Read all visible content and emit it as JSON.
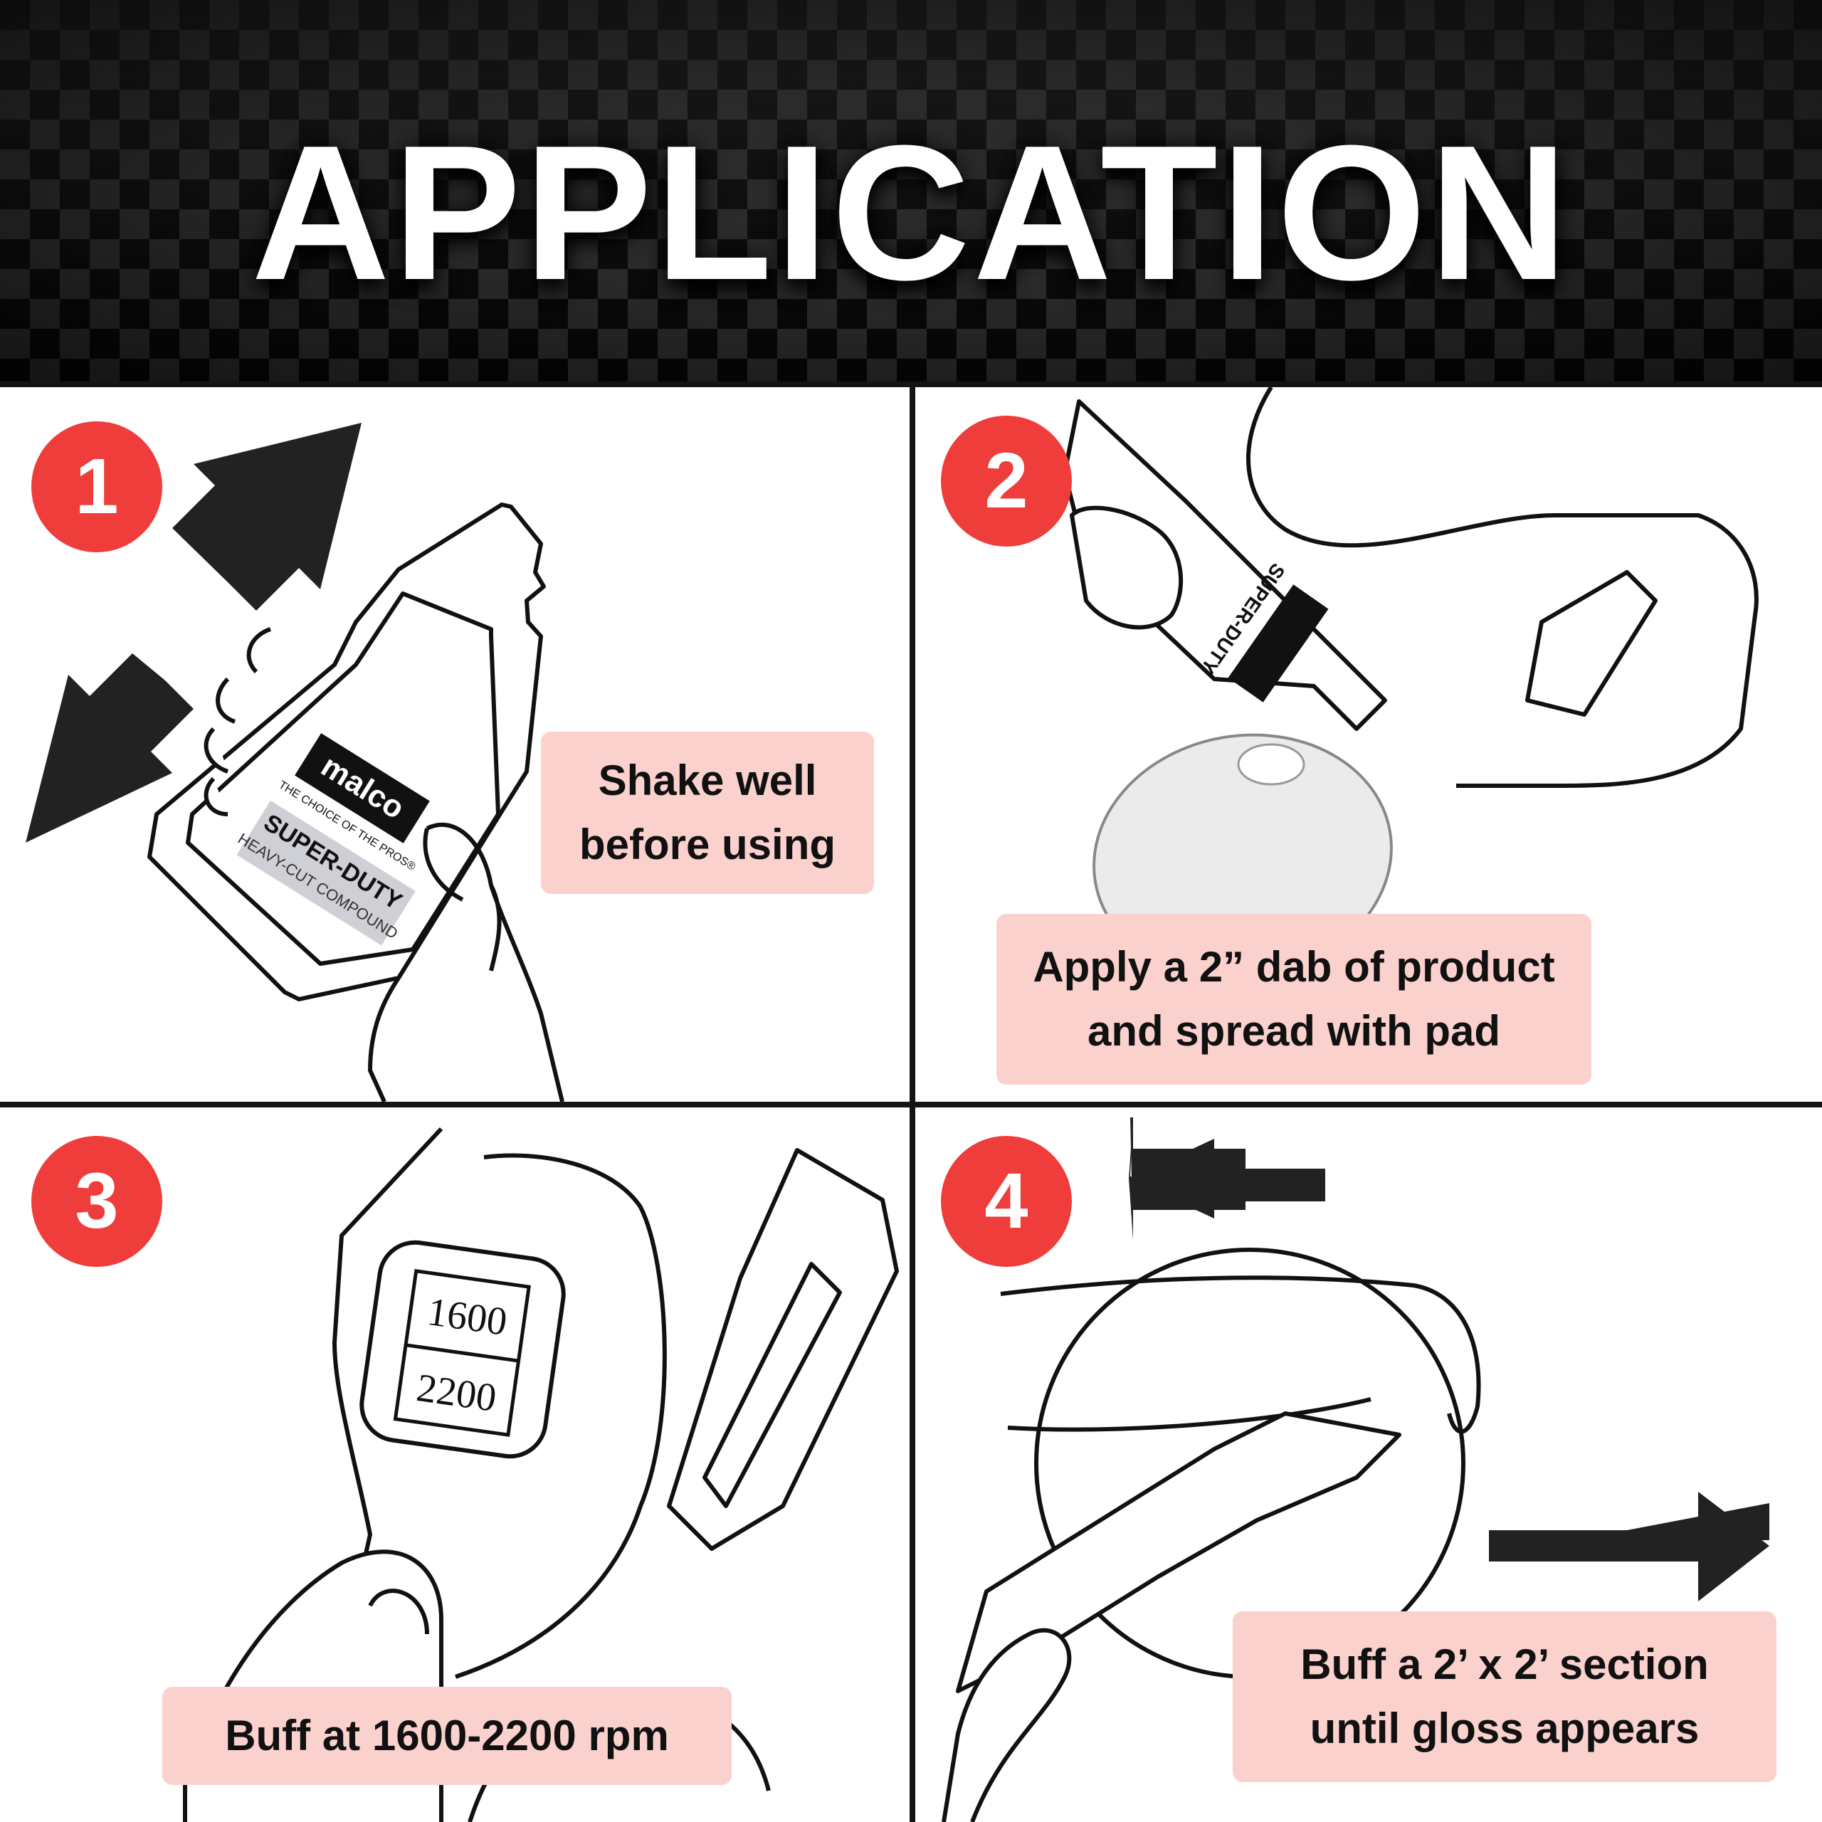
{
  "banner": {
    "title": "APPLICATION"
  },
  "steps": [
    {
      "number": "1",
      "caption_lines": [
        "Shake well",
        "before using"
      ]
    },
    {
      "number": "2",
      "caption_lines": [
        "Apply a 2” dab of product",
        "and spread with pad"
      ]
    },
    {
      "number": "3",
      "caption_lines": [
        "Buff at 1600-2200 rpm"
      ]
    },
    {
      "number": "4",
      "caption_lines": [
        "Buff a 2’ x 2’ section",
        "until gloss appears"
      ]
    }
  ],
  "bottle_label": {
    "brand": "malco",
    "tagline": "THE CHOICE OF THE PROS®",
    "product": "SUPER-DUTY",
    "subtitle": "HEAVY-CUT COMPOUND"
  },
  "speed_dial": {
    "low": "1600",
    "high": "2200"
  },
  "icons": [
    "arrow-up-right-icon",
    "arrow-down-left-icon",
    "arrow-left-icon",
    "arrow-right-icon"
  ],
  "colors": {
    "badge": "#ee3d3a",
    "caption_bg": "#fad1cd",
    "banner_bg": "#0c0c0c",
    "grid_line": "#141414"
  }
}
